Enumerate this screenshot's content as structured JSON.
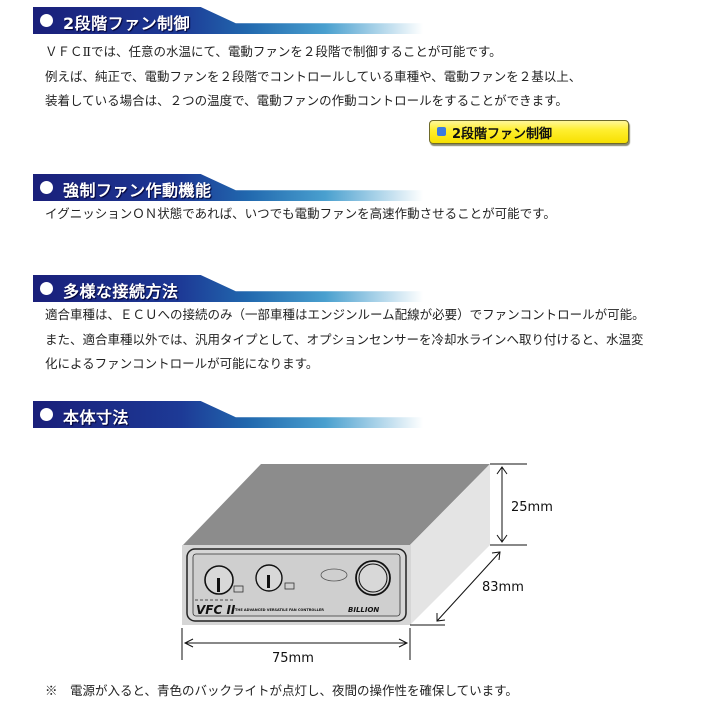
{
  "sections": [
    {
      "title": "2段階ファン制御",
      "paragraphs": [
        "ＶＦＣⅡでは、任意の水温にて、電動ファンを２段階で制御することが可能です。",
        "例えば、純正で、電動ファンを２段階でコントロールしている車種や、電動ファンを２基以上、",
        "装着している場合は、２つの温度で、電動ファンの作動コントロールをすることができます。"
      ],
      "button_label": "2段階ファン制御"
    },
    {
      "title": "強制ファン作動機能",
      "paragraphs": [
        "イグニッションＯＮ状態であれば、いつでも電動ファンを高速作動させることが可能です。"
      ]
    },
    {
      "title": "多様な接続方法",
      "paragraphs": [
        "適合車種は、ＥＣＵへの接続のみ（一部車種はエンジンルーム配線が必要）でファンコントロールが可能。",
        "また、適合車種以外では、汎用タイプとして、オプションセンサーを冷却水ラインへ取り付けると、水温変",
        "化によるファンコントロールが可能になります。"
      ]
    },
    {
      "title": "本体寸法"
    }
  ],
  "diagram": {
    "product_name": "VFC II",
    "product_subtitle": "THE ADVANCED VERSATILE FAN CONTROLLER",
    "brand": "BILLION",
    "dimensions": {
      "height": "25mm",
      "depth": "83mm",
      "width": "75mm"
    }
  },
  "note": "※　電源が入ると、青色のバックライトが点灯し、夜間の操作性を確保しています。",
  "colors": {
    "header_dark": "#1a1f7a",
    "header_mid": "#2168ae",
    "button_yellow": "#ffef30",
    "button_square": "#3b7be0"
  }
}
